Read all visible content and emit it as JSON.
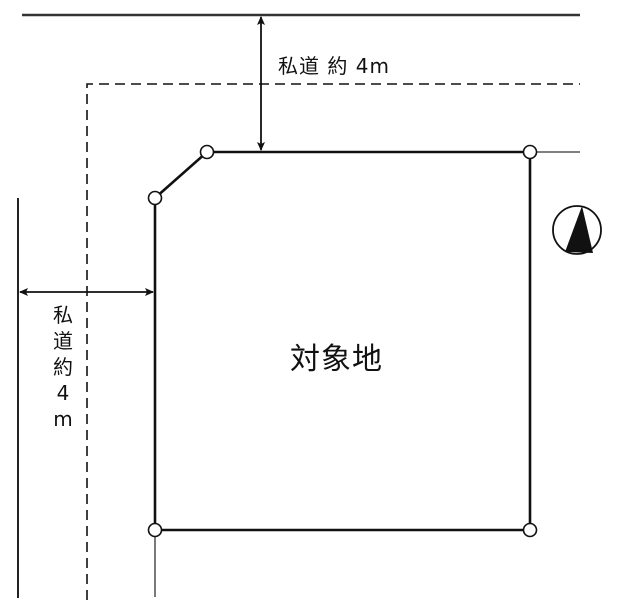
{
  "labels": {
    "top_road": "私道 約 4m",
    "left_road_chars": [
      "私",
      "道",
      "約",
      "4",
      "m"
    ],
    "lot": "対象地"
  },
  "compass": {
    "direction": "north",
    "icon": "north-arrow-icon"
  },
  "colors": {
    "line": "#111111",
    "road_edge": "#333333",
    "background": "#ffffff"
  }
}
